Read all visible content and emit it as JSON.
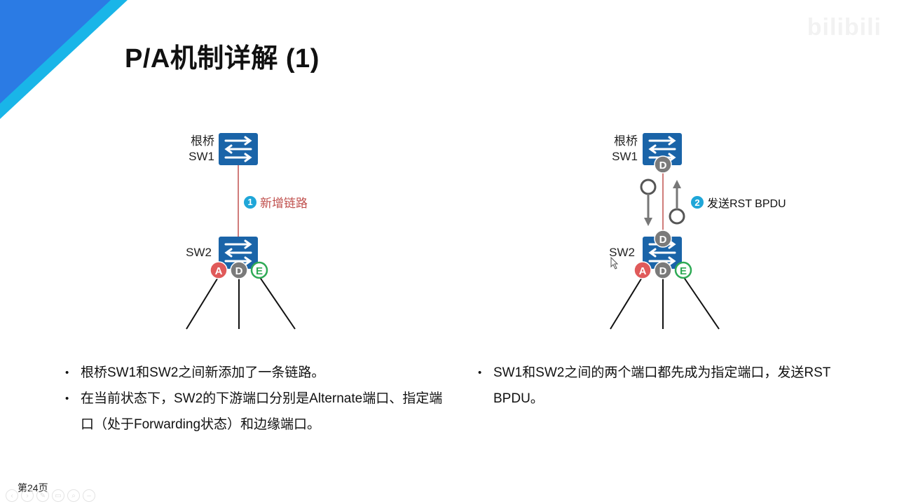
{
  "slide": {
    "title": "P/A机制详解 (1)",
    "watermark": "bilibili",
    "page_label": "第24页",
    "accent_colors": {
      "triangle_dark": "#2b7be4",
      "triangle_light": "#19b5e8",
      "switch": "#1a64a8",
      "link": "#c0504d",
      "port_A": "#e05a5a",
      "port_D": "#7a7a7a",
      "port_E": "#2eaa55",
      "step_badge": "#1fa6d8"
    }
  },
  "left_diagram": {
    "sw1_label_line1": "根桥",
    "sw1_label_line2": "SW1",
    "sw2_label": "SW2",
    "step_number": "1",
    "step_text": "新增链路",
    "sw2_ports": [
      "A",
      "D",
      "E"
    ]
  },
  "right_diagram": {
    "sw1_label_line1": "根桥",
    "sw1_label_line2": "SW1",
    "sw2_label": "SW2",
    "sw1_port": "D",
    "sw2_up_port": "D",
    "step_number": "2",
    "step_text": "发送RST BPDU",
    "sw2_ports": [
      "A",
      "D",
      "E"
    ]
  },
  "left_bullets": [
    "根桥SW1和SW2之间新添加了一条链路。",
    "在当前状态下，SW2的下游端口分别是Alternate端口、指定端口（处于Forwarding状态）和边缘端口。"
  ],
  "right_bullets": [
    "SW1和SW2之间的两个端口都先成为指定端口，发送RST BPDU。"
  ],
  "controls": [
    "prev-icon",
    "next-icon",
    "pen-icon",
    "slides-icon",
    "zoom-icon",
    "more-icon"
  ]
}
